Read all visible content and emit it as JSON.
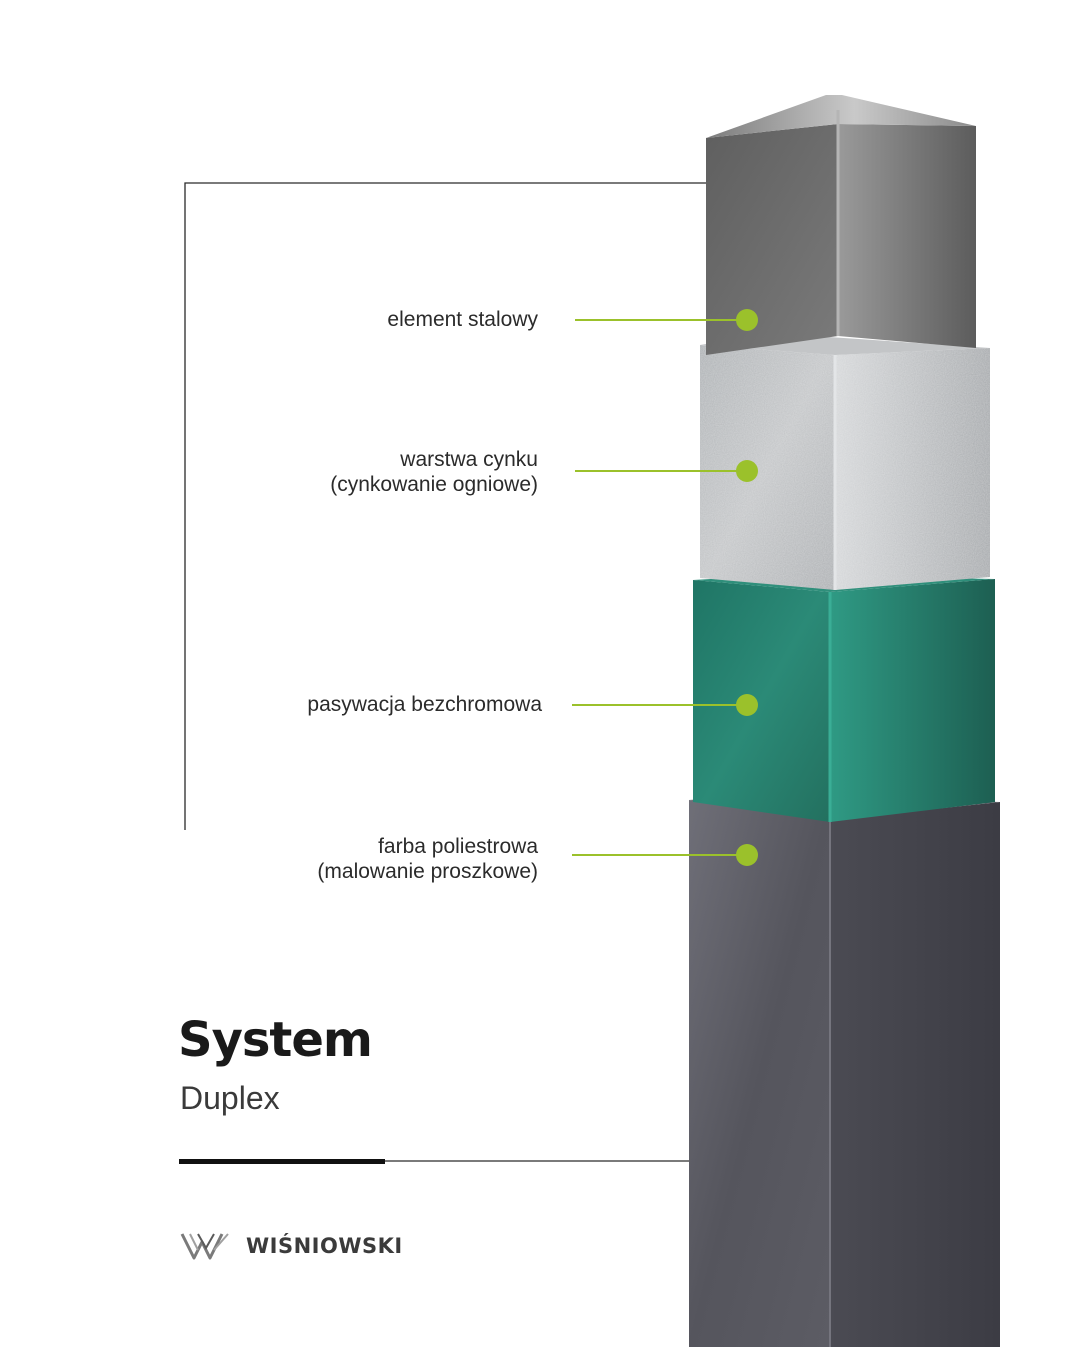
{
  "title": "System",
  "subtitle": "Duplex",
  "brand": {
    "name": "WIŚNIOWSKI",
    "logo": "w-mark-logo"
  },
  "accent_color": "#9bc12b",
  "layers": [
    {
      "id": "steel",
      "lines": [
        "element stalowy"
      ],
      "color": "#6b6b6b"
    },
    {
      "id": "zinc",
      "lines": [
        "warstwa cynku",
        "(cynkowanie ogniowe)"
      ],
      "color": "#b7b9bb"
    },
    {
      "id": "passivation",
      "lines": [
        "pasywacja bezchromowa"
      ],
      "color": "#2a7a6a"
    },
    {
      "id": "paint",
      "lines": [
        "farba poliestrowa",
        "(malowanie proszkowe)"
      ],
      "color": "#4f4f57"
    }
  ]
}
